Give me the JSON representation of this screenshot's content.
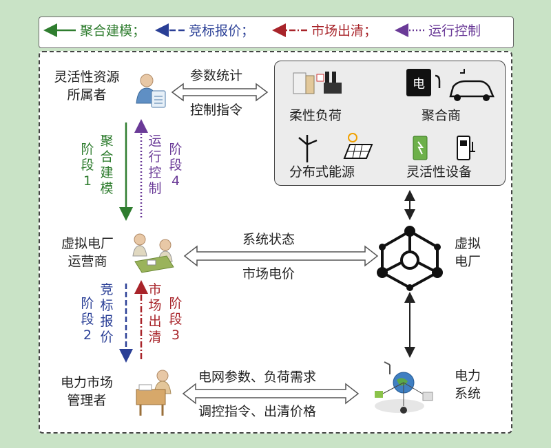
{
  "legend": {
    "aggregate": "聚合建模；",
    "bidding": "竞标报价；",
    "clearing": "市场出清；",
    "control": "运行控制"
  },
  "actors": {
    "owner": [
      "灵活性资源",
      "所属者"
    ],
    "operator": [
      "虚拟电厂",
      "运营商"
    ],
    "manager": [
      "电力市场",
      "管理者"
    ]
  },
  "exchanges": {
    "top": [
      "参数统计",
      "控制指令"
    ],
    "middle": [
      "系统状态",
      "市场电价"
    ],
    "bottom": [
      "电网参数、负荷需求",
      "调控指令、出清价格"
    ]
  },
  "resources": {
    "flex_load": "柔性负荷",
    "aggregator": "聚合商",
    "distributed_energy": "分布式能源",
    "flex_device": "灵活性设备"
  },
  "nodes": {
    "vpp": [
      "虚拟",
      "电厂"
    ],
    "power_system": [
      "电力",
      "系统"
    ]
  },
  "stages": {
    "stage1_label": "阶段1",
    "stage1_name": "聚合建模",
    "stage4_label": "阶段4",
    "stage4_name": "运行控制",
    "stage2_label": "阶段2",
    "stage2_name": "竞标报价",
    "stage3_label": "阶段3",
    "stage3_name": "市场出清"
  },
  "colors": {
    "green": "#2f7d2f",
    "blue": "#2a3f96",
    "red": "#a8242a",
    "purple": "#6a3a97",
    "background": "#c9e3c6"
  }
}
